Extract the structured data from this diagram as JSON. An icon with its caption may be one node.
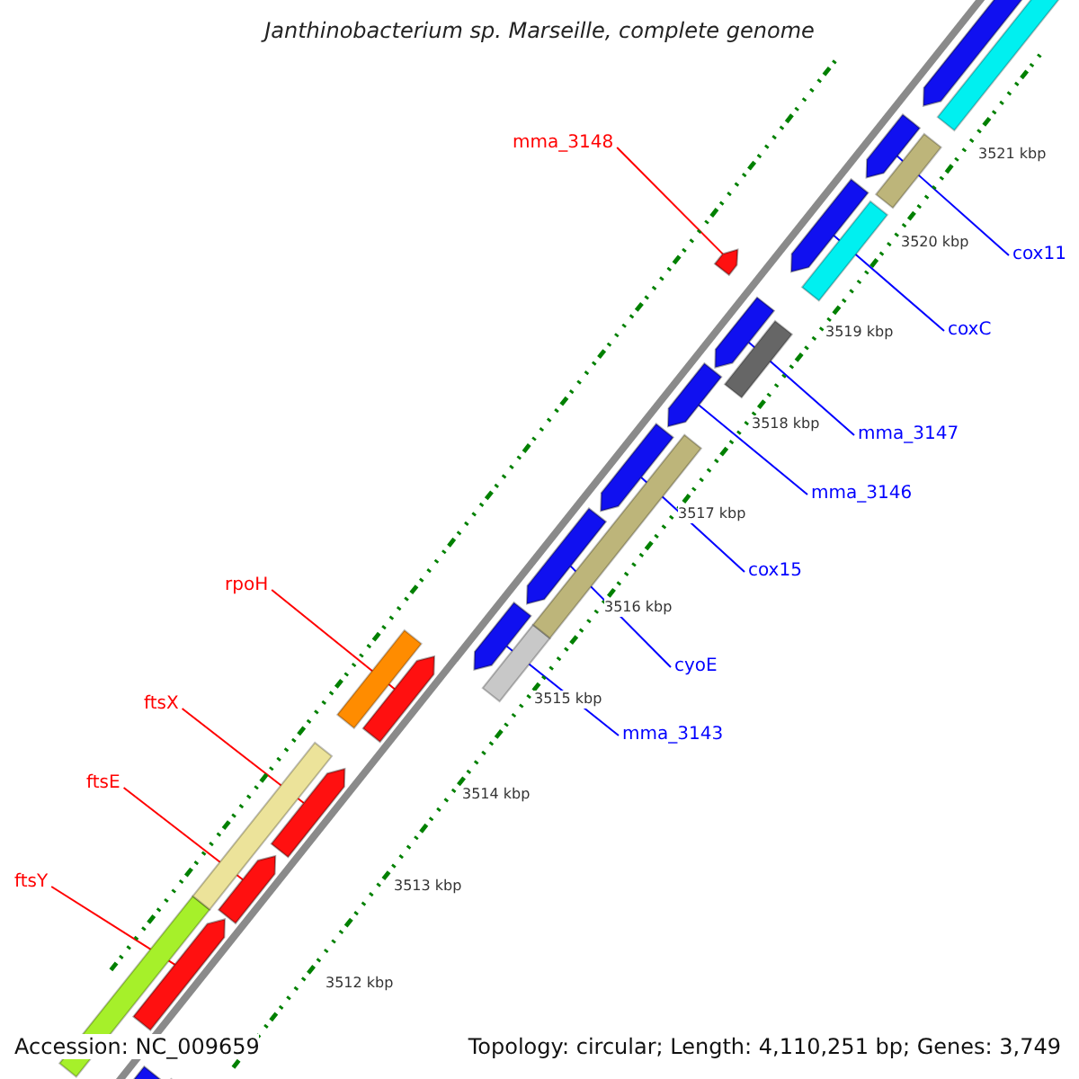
{
  "diagram": {
    "title": "Janthinobacterium sp. Marseille, complete genome",
    "nodes": [
      {
        "text": [
          "mma_3148"
        ]
      },
      {
        "text": [
          "cox11"
        ]
      },
      {
        "text": [
          "coxC"
        ]
      },
      {
        "text": [
          "mma_3147"
        ]
      },
      {
        "text": [
          "mma_3146"
        ]
      },
      {
        "text": [
          "cox15"
        ]
      },
      {
        "text": [
          "rpoH"
        ]
      },
      {
        "text": [
          "cyoE"
        ]
      },
      {
        "text": [
          "ftsX"
        ]
      },
      {
        "text": [
          "mma_3143"
        ]
      },
      {
        "text": [
          "ftsE"
        ]
      },
      {
        "text": [
          "ftsY"
        ]
      },
      {
        "text": [],
        "shape": "bar"
      },
      {
        "text": [],
        "shape": "bar"
      },
      {
        "text": [],
        "shape": "bar"
      },
      {
        "text": [],
        "shape": "bar"
      },
      {
        "text": [],
        "shape": "bar"
      },
      {
        "text": [],
        "shape": "bar"
      },
      {
        "text": [],
        "shape": "bar"
      },
      {
        "text": [],
        "shape": "bar"
      },
      {
        "text": [],
        "shape": "bar"
      },
      {
        "text": [],
        "shape": "bar"
      },
      {
        "text": [],
        "shape": "bar"
      },
      {
        "text": [],
        "shape": "bar"
      },
      {
        "text": [],
        "shape": "bar"
      },
      {
        "text": [],
        "shape": "bar"
      }
    ],
    "edges": [
      {
        "from": 0,
        "to": 15,
        "arrow": "none",
        "color": "#ff0000"
      },
      {
        "from": 1,
        "to": 13,
        "arrow": "none"
      },
      {
        "from": 2,
        "to": 14,
        "arrow": "none"
      },
      {
        "from": 3,
        "to": 16,
        "arrow": "none"
      },
      {
        "from": 4,
        "to": 17,
        "arrow": "none"
      },
      {
        "from": 5,
        "to": 18,
        "arrow": "none"
      },
      {
        "from": 6,
        "to": 20,
        "arrow": "none",
        "color": "#ff0000"
      },
      {
        "from": 7,
        "to": 19,
        "arrow": "none"
      },
      {
        "from": 8,
        "to": 22,
        "arrow": "none",
        "color": "#ff0000"
      },
      {
        "from": 9,
        "to": 21,
        "arrow": "none"
      },
      {
        "from": 10,
        "to": 23,
        "arrow": "none",
        "color": "#ff0000"
      },
      {
        "from": 11,
        "to": 24,
        "arrow": "none",
        "color": "#ff0000"
      }
    ],
    "labels": [
      "3521 kbp",
      "3520 kbp",
      "3519 kbp",
      "3518 kbp",
      "3517 kbp",
      "3516 kbp",
      "3515 kbp",
      "3514 kbp",
      "3513 kbp",
      "3512 kbp",
      "Accession: NC_009659",
      "Topology: circular; Length: 4,110,251 bp; Genes: 3,749"
    ]
  }
}
